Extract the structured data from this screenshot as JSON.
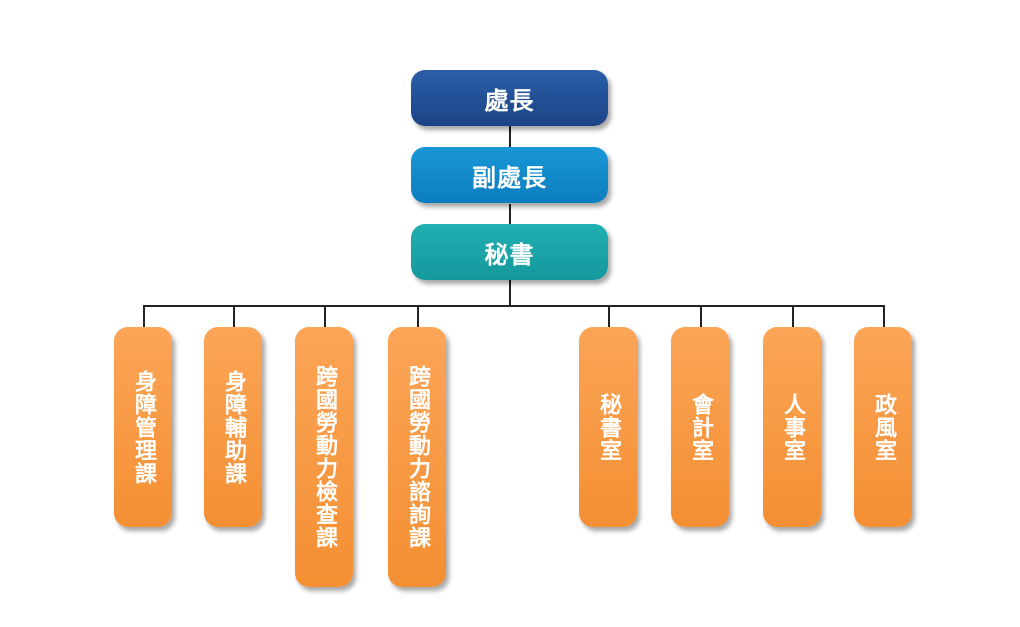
{
  "colors": {
    "director": "#1F4C92",
    "deputy": "#0E86C8",
    "secretary": "#18A4A8",
    "unit": "#F7963C",
    "line": "#222222"
  },
  "nodes": {
    "director": "處長",
    "deputy": "副處長",
    "secretary": "秘書"
  },
  "units": [
    "身障管理課",
    "身障輔助課",
    "跨國勞動力檢查課",
    "跨國勞動力諮詢課",
    "秘書室",
    "會計室",
    "人事室",
    "政風室"
  ]
}
